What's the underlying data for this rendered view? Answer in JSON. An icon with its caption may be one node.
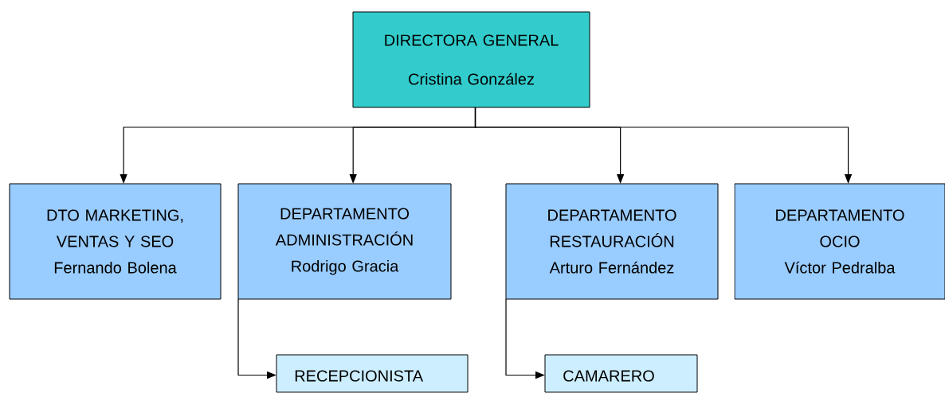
{
  "diagram": {
    "nodes": [
      {
        "text": [
          "DIRECTORA GENERAL",
          "Cristina González"
        ]
      },
      {
        "text": [
          "DTO MARKETING, VENTAS Y SEO",
          "Fernando Bolena"
        ]
      },
      {
        "text": [
          "DEPARTAMENTO ADMINISTRACIÓN",
          "Rodrigo Gracia"
        ]
      },
      {
        "text": [
          "DEPARTAMENTO RESTAURACIÓN",
          "Arturo Fernández"
        ]
      },
      {
        "text": [
          "DEPARTAMENTO OCIO",
          "Víctor Pedralba"
        ]
      },
      {
        "text": [
          "RECEPCIONISTA"
        ]
      },
      {
        "text": [
          "CAMARERO"
        ]
      }
    ],
    "edges": [
      {
        "from": 0,
        "to": 1,
        "arrow": "to"
      },
      {
        "from": 0,
        "to": 2,
        "arrow": "to"
      },
      {
        "from": 0,
        "to": 3,
        "arrow": "to"
      },
      {
        "from": 0,
        "to": 4,
        "arrow": "to"
      },
      {
        "from": 2,
        "to": 5,
        "arrow": "to"
      },
      {
        "from": 3,
        "to": 6,
        "arrow": "to"
      }
    ]
  }
}
